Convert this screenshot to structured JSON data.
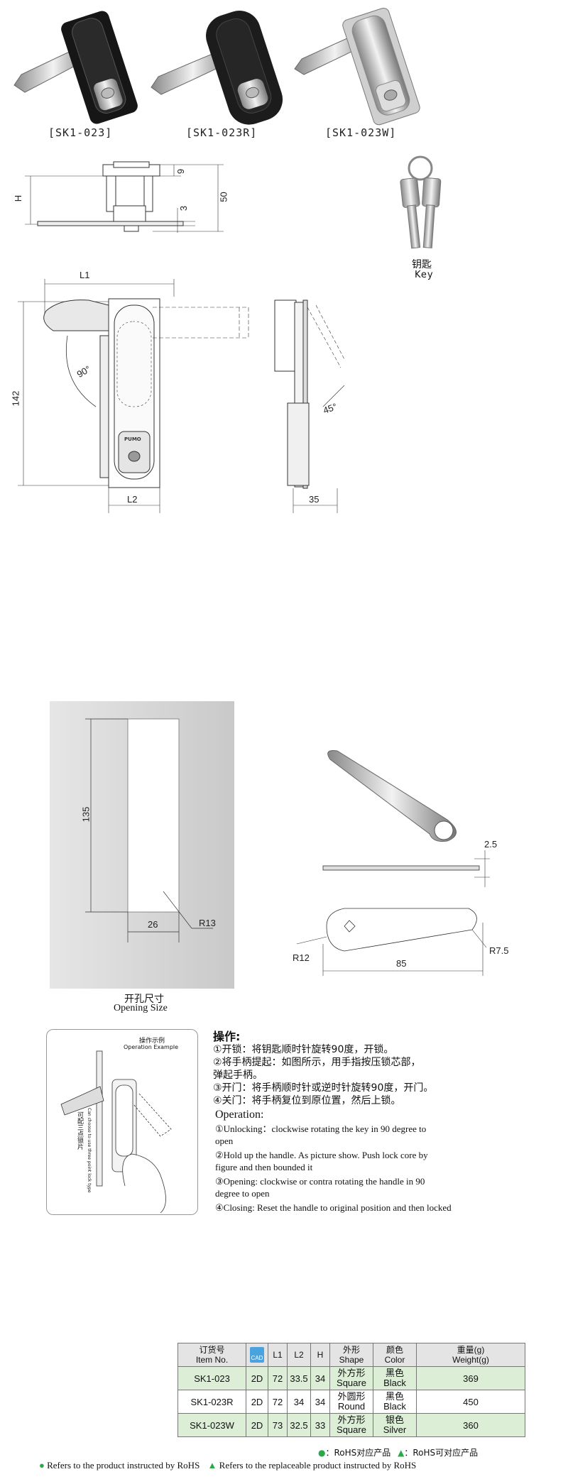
{
  "products": [
    {
      "code": "[SK1-023]",
      "finish": "black"
    },
    {
      "code": "[SK1-023R]",
      "finish": "black-round"
    },
    {
      "code": "[SK1-023W]",
      "finish": "silver"
    }
  ],
  "side_dims": {
    "h": "H",
    "d9": "9",
    "d3": "3",
    "d50": "50"
  },
  "key": {
    "cn": "钥匙",
    "en": "Key"
  },
  "front_dims": {
    "l1": "L1",
    "l2": "L2",
    "h142": "142",
    "angle": "90°",
    "brand": "PUMO"
  },
  "profile_dims": {
    "angle": "45°",
    "w35": "35"
  },
  "opening": {
    "d135": "135",
    "d26": "26",
    "r13": "R13",
    "title_cn": "开孔尺寸",
    "title_en": "Opening Size"
  },
  "cam": {
    "t": "2.5",
    "r12": "R12",
    "r75": "R7.5",
    "l85": "85"
  },
  "op_example": {
    "title_cn": "操作示例",
    "title_en": "Operation Example",
    "side_cn": "可配三点锁片",
    "side_en": "Can choose to use three point lock type"
  },
  "operation_cn": {
    "title": "操作:",
    "steps": [
      "①开锁：将钥匙顺时针旋转90度，开锁。",
      "②将手柄提起：如图所示，用手指按压锁芯部，",
      "弹起手柄。",
      "③开门：将手柄顺时针或逆时针旋转90度，开门。",
      "④关门：将手柄复位到原位置，然后上锁。"
    ]
  },
  "operation_en": {
    "title": "Operation:",
    "steps": [
      "①Unlocking：clockwise rotating the key in 90 degree to",
      "open",
      "②Hold up the handle. As picture show. Push lock core by",
      "figure and then bounded it",
      "③Opening: clockwise or contra rotating the handle in 90",
      "degree to open",
      "④Closing: Reset the handle to original position and then locked"
    ]
  },
  "table": {
    "headers": [
      {
        "cn": "订货号",
        "en": "Item No."
      },
      {
        "cn": "CAD",
        "en": ""
      },
      {
        "cn": "L1",
        "en": ""
      },
      {
        "cn": "L2",
        "en": ""
      },
      {
        "cn": "H",
        "en": ""
      },
      {
        "cn": "外形",
        "en": "Shape"
      },
      {
        "cn": "颜色",
        "en": "Color"
      },
      {
        "cn": "重量(g)",
        "en": "Weight(g)"
      }
    ],
    "rows": [
      {
        "item": "SK1-023",
        "cad": "2D",
        "l1": "72",
        "l2": "33.5",
        "h": "34",
        "shape_cn": "外方形",
        "shape_en": "Square",
        "color_cn": "黑色",
        "color_en": "Black",
        "weight": "369"
      },
      {
        "item": "SK1-023R",
        "cad": "2D",
        "l1": "72",
        "l2": "34",
        "h": "34",
        "shape_cn": "外圆形",
        "shape_en": "Round",
        "color_cn": "黑色",
        "color_en": "Black",
        "weight": "450"
      },
      {
        "item": "SK1-023W",
        "cad": "2D",
        "l1": "73",
        "l2": "32.5",
        "h": "33",
        "shape_cn": "外方形",
        "shape_en": "Square",
        "color_cn": "银色",
        "color_en": "Silver",
        "weight": "360"
      }
    ]
  },
  "legend": {
    "rohs_cn": "：RoHS对应产品",
    "rohs_alt_cn": "：RoHS可对应产品",
    "rohs_en": "Refers to the product instructed by RoHS",
    "rohs_alt_en": "Refers to the replaceable product instructed by RoHS",
    "dot_color": "#2aa84a"
  }
}
